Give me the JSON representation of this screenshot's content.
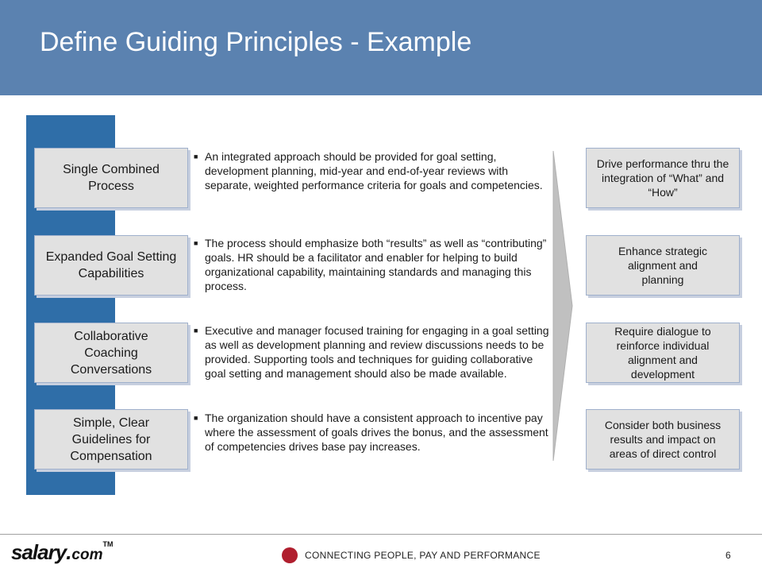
{
  "slide": {
    "title": "Define Guiding Principles - Example"
  },
  "principles": [
    {
      "label": "Single Combined Process"
    },
    {
      "label": "Expanded Goal Setting Capabilities"
    },
    {
      "label": "Collaborative Coaching Conversations"
    },
    {
      "label": "Simple, Clear Guidelines for Compensation"
    }
  ],
  "bullets": [
    {
      "text": "An integrated approach should be provided for goal setting, development planning, mid-year and end-of-year reviews with separate, weighted performance criteria for goals and competencies."
    },
    {
      "text": "The process should emphasize both “results” as well as “contributing” goals. HR should be a facilitator and enabler for helping to build organizational capability, maintaining standards and managing this process."
    },
    {
      "text": "Executive and manager focused training for engaging in a goal setting as well as development planning and review discussions needs to be provided.   Supporting tools and techniques for guiding collaborative goal setting and management should also be made available."
    },
    {
      "text": "The organization should have a consistent approach to incentive pay where the assessment of goals drives the bonus, and the assessment of competencies drives base pay increases."
    }
  ],
  "outcomes": [
    {
      "label": "Drive performance thru the integration of “What” and “How”"
    },
    {
      "label": "Enhance strategic alignment and planning"
    },
    {
      "label": "Require dialogue to reinforce individual alignment and development"
    },
    {
      "label": "Consider both business results and impact on areas of direct control"
    }
  ],
  "footer": {
    "logo_main": "salary",
    "logo_dot": ".",
    "logo_com": "com",
    "logo_tm": "TM",
    "tagline": "CONNECTING PEOPLE, PAY AND PERFORMANCE",
    "page_number": "6"
  },
  "colors": {
    "header": "#5b82b0",
    "sidebar": "#2f6ea8",
    "box_fill": "#e1e1e1",
    "arrow": "#c0c0c0",
    "tagline_dot": "#b01e2e"
  },
  "icons": {
    "bullet": "square-bullet",
    "flow_arrow": "chevron-arrow"
  }
}
